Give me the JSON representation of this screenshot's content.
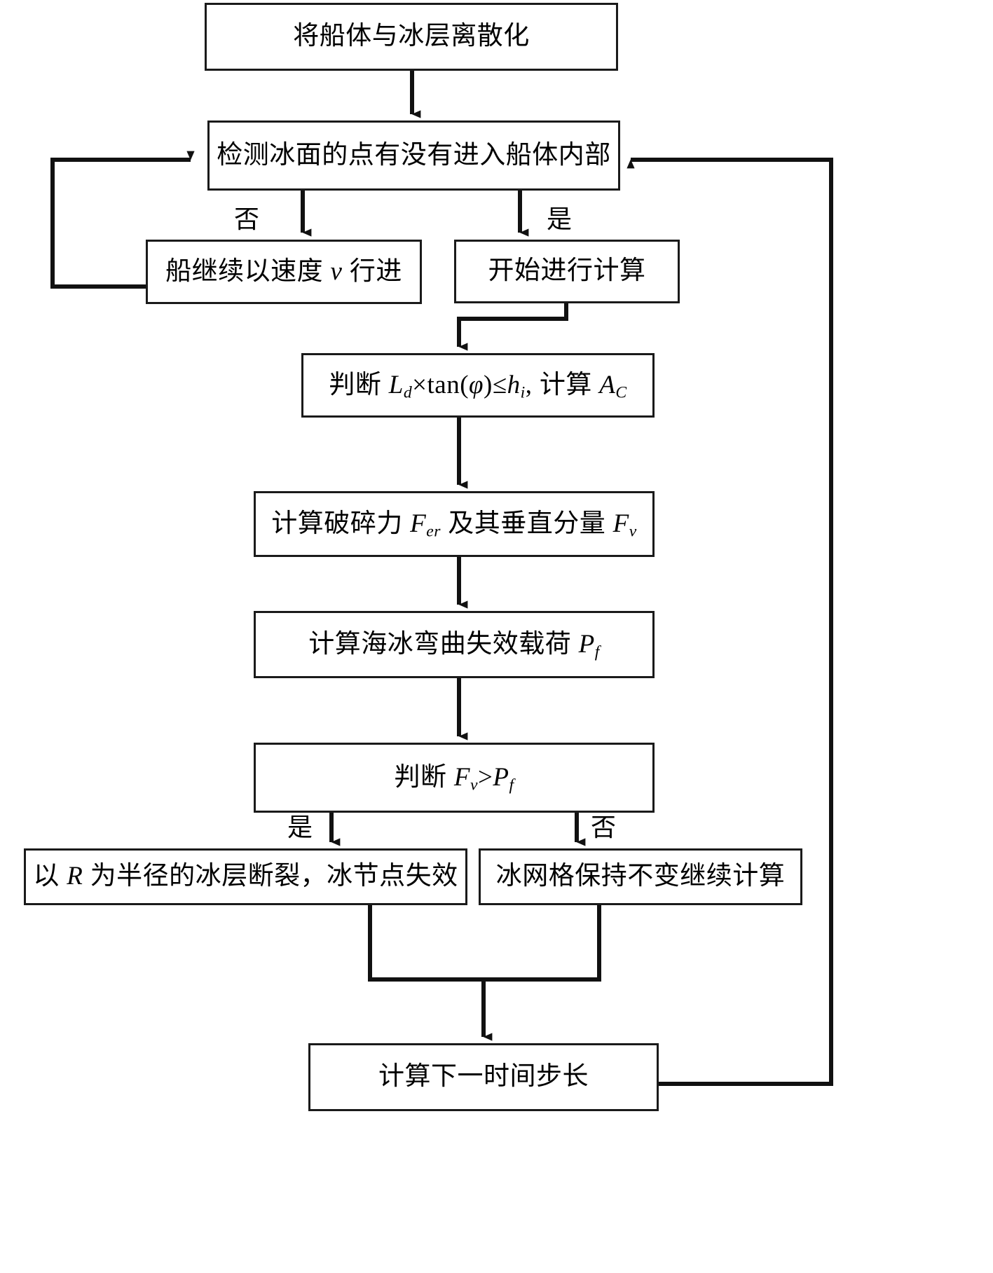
{
  "diagram": {
    "title": "Ship-ice interaction simulation flowchart",
    "line_color": "#1a1a1a",
    "background": "#ffffff"
  },
  "nodes": {
    "discretize": "将船体与冰层离散化",
    "detect": "检测冰面的点有没有进入船体内部",
    "continue_speed_pre": "船继续以速度",
    "continue_speed_var": "v",
    "continue_speed_post": "行进",
    "start_calc": "开始进行计算",
    "judge_ld_pre": "判断",
    "judge_ld_expr_a": "L",
    "judge_ld_sub_a": "d",
    "judge_ld_times": "×tan(",
    "judge_ld_phi": "φ",
    "judge_ld_le": ")≤",
    "judge_ld_h": "h",
    "judge_ld_sub_h": "i",
    "judge_ld_comma": ",",
    "judge_ld_post": "计算",
    "judge_ld_ac": "A",
    "judge_ld_sub_c": "C",
    "crush_pre": "计算破碎力",
    "crush_f": "F",
    "crush_sub_er": "er",
    "crush_mid": "及其垂直分量",
    "crush_fv": "F",
    "crush_sub_v": "v",
    "bending_pre": "计算海冰弯曲失效载荷",
    "bending_p": "P",
    "bending_sub_f": "f",
    "judge_fv_pre": "判断",
    "judge_fv_f": "F",
    "judge_fv_sub_v": "v",
    "judge_fv_gt": ">",
    "judge_fv_p": "P",
    "judge_fv_sub_f": "f",
    "break_pre": "以",
    "break_r": "R",
    "break_post": "为半径的冰层断裂，冰节点失效",
    "keep_mesh": "冰网格保持不变继续计算",
    "next_step": "计算下一时间步长"
  },
  "edge_labels": {
    "no_top": "否",
    "yes_top": "是",
    "yes_bottom": "是",
    "no_bottom": "否"
  }
}
